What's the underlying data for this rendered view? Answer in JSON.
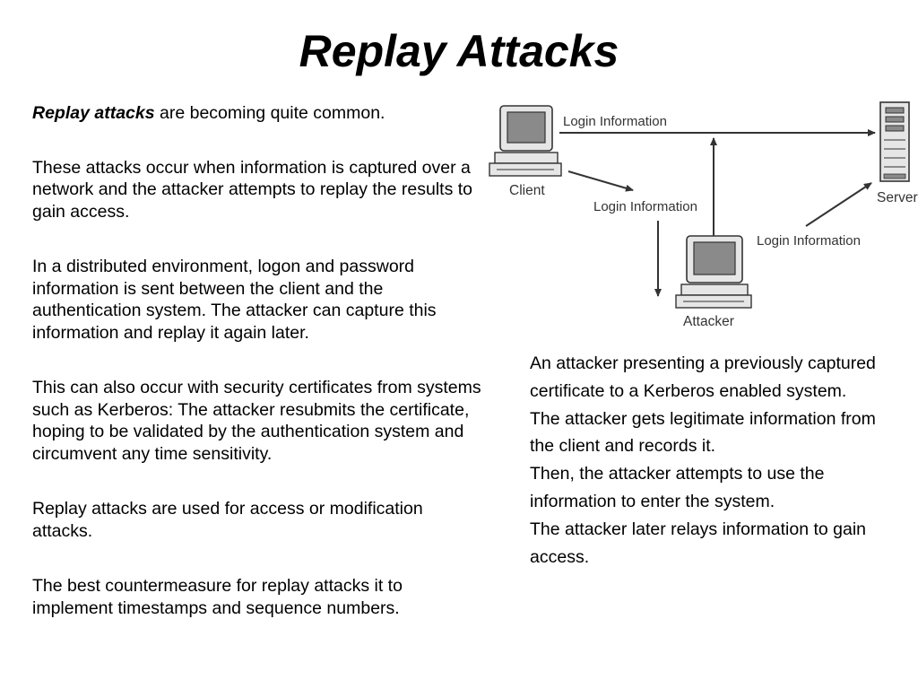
{
  "title": "Replay Attacks",
  "left": {
    "p1_lead": "Replay attacks",
    "p1_rest": " are becoming quite common.",
    "p2": "These attacks occur when information is captured over a network and the attacker attempts to replay the results to gain access.",
    "p3": "In a distributed environment, logon and password information is sent between the client and the authentication system. The attacker can capture this information and replay it again later.",
    "p4": "This can also occur with security certificates from systems such as Kerberos: The attacker resubmits the certificate, hoping to be validated by the authentication system and circumvent any time sensitivity.",
    "p5": "Replay attacks are used for access or modification attacks.",
    "p6": "The best countermeasure for replay attacks it to implement timestamps and sequence numbers."
  },
  "right": {
    "lines": [
      "An attacker presenting a previously captured certificate to a Kerberos enabled system.",
      "The attacker gets legitimate information from the client and records it.",
      "Then, the attacker attempts to use the information to enter the system.",
      "The attacker later relays information to gain access."
    ]
  },
  "diagram": {
    "client_label": "Client",
    "server_label": "Server",
    "attacker_label": "Attacker",
    "arrow_top_label": "Login Information",
    "arrow_mid_label": "Login Information",
    "arrow_right_label": "Login Information",
    "line_color": "#333333",
    "device_fill": "#e6e6e6",
    "screen_fill": "#8a8a8a"
  }
}
